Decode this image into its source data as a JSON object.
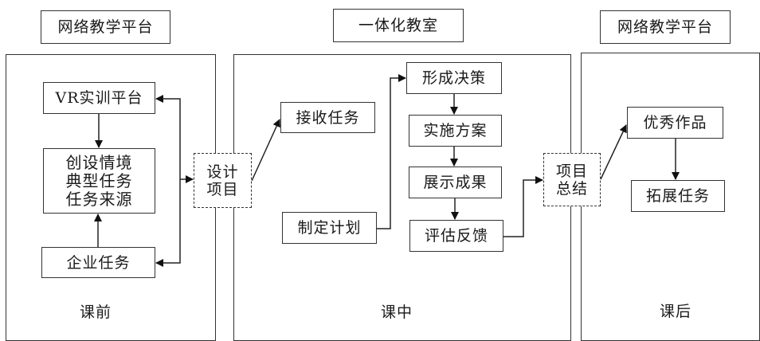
{
  "headers": {
    "left": "网络教学平台",
    "middle": "一体化教室",
    "right": "网络教学平台"
  },
  "phases": {
    "before": "课前",
    "during": "课中",
    "after": "课后"
  },
  "before_class": {
    "vr_platform": "VR实训平台",
    "scenario": "创设情境\n典型任务\n任务来源",
    "enterprise_task": "企业任务"
  },
  "design_project": "设计\n项目",
  "during_class": {
    "receive_task": "接收任务",
    "make_plan": "制定计划",
    "form_decision": "形成决策",
    "implement_plan": "实施方案",
    "show_results": "展示成果",
    "evaluate_feedback": "评估反馈"
  },
  "project_summary": "项目\n总结",
  "after_class": {
    "excellent_works": "优秀作品",
    "extend_task": "拓展任务"
  }
}
